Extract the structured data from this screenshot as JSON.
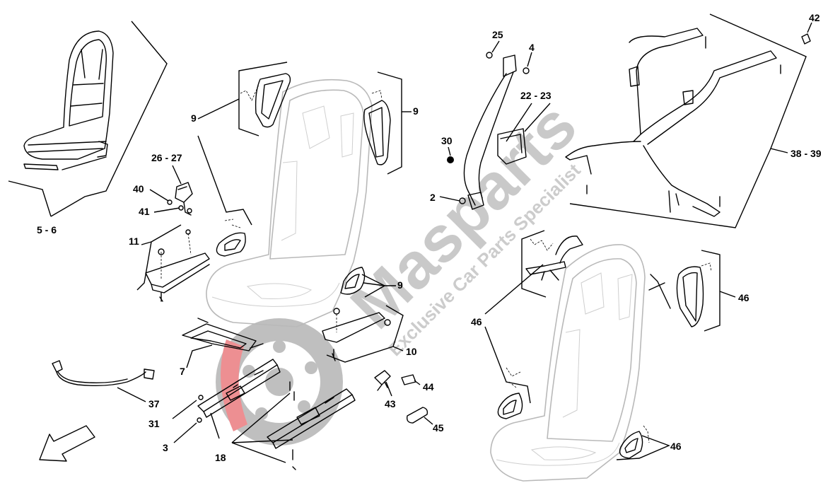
{
  "watermark": {
    "brand": "Masparts",
    "tagline": "Exclusive Car Parts Specialist",
    "colors": {
      "brand": "#8a8a8a",
      "accent": "#e0343a",
      "tagline": "#9a9a9a"
    }
  },
  "callouts": {
    "c5_6": "5 - 6",
    "c26_27": "26 - 27",
    "c40": "40",
    "c41": "41",
    "c11": "11",
    "c9_left": "9",
    "c9_right": "9",
    "c9_lower": "9",
    "c7": "7",
    "c10": "10",
    "c37": "37",
    "c31": "31",
    "c3": "3",
    "c18": "18",
    "c25": "25",
    "c4": "4",
    "c22_23": "22 - 23",
    "c30": "30",
    "c2": "2",
    "c44": "44",
    "c43": "43",
    "c45": "45",
    "c42": "42",
    "c38_39": "38 - 39",
    "c46_left": "46",
    "c46_right": "46",
    "c46_bottom": "46"
  }
}
